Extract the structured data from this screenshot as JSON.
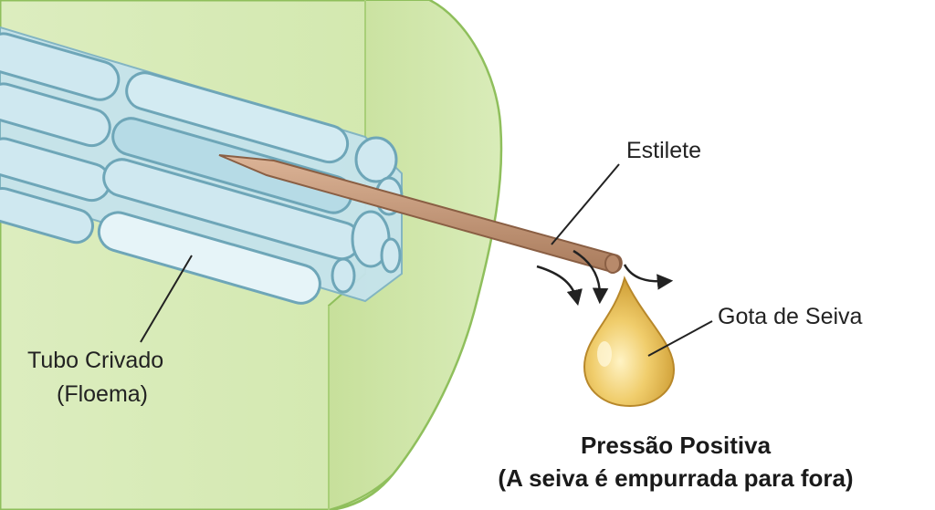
{
  "labels": {
    "stylet": "Estilete",
    "sap_drop": "Gota de Seiva",
    "sieve_tube_line1": "Tubo Crivado",
    "sieve_tube_line2": "(Floema)"
  },
  "caption": {
    "line1": "Pressão Positiva",
    "line2": "(A seiva é empurrada para fora)"
  },
  "colors": {
    "plant_tissue": "#d8ebb5",
    "plant_edge": "#9cc96a",
    "phloem_cells": "#bfe1ea",
    "stylet": "#c89a7c",
    "sap": "#e4b94d"
  }
}
